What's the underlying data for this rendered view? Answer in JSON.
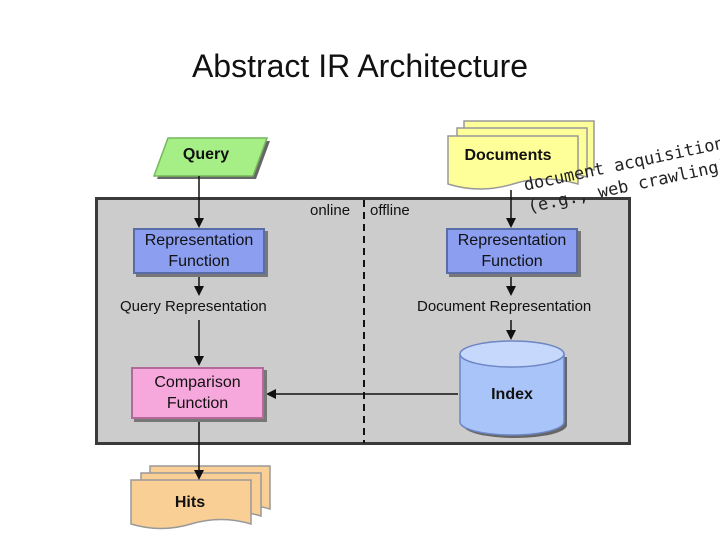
{
  "title": "Abstract IR Architecture",
  "nodes": {
    "query": "Query",
    "documents": "Documents",
    "query_rep_function": "Representation Function",
    "doc_rep_function": "Representation Function",
    "query_representation": "Query Representation",
    "document_representation": "Document Representation",
    "comparison_function": "Comparison Function",
    "index": "Index",
    "hits": "Hits"
  },
  "divider": {
    "online": "online",
    "offline": "offline"
  },
  "annotation": {
    "line1": "document acquisition",
    "line2": "(e.g., web crawling)"
  },
  "colors": {
    "parallelogram_fill": "#a6ee86",
    "document_fill": "#ffff99",
    "representation_fill": "#8c9ef0",
    "comparison_fill": "#f6a7db",
    "index_fill": "#a9c4f8",
    "hits_fill": "#f9cf96",
    "panel_fill": "#cccccc"
  }
}
